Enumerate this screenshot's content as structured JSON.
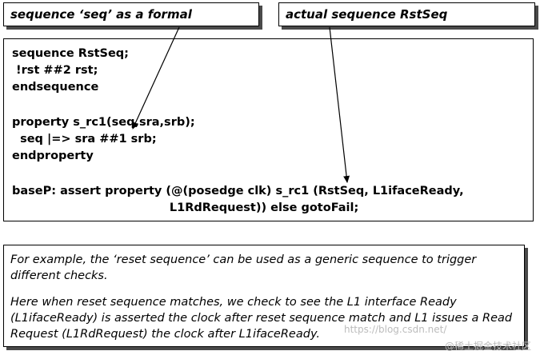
{
  "callouts": {
    "left": "sequence ‘seq’ as a formal",
    "right": "actual sequence RstSeq"
  },
  "code": {
    "lines": [
      "sequence RstSeq;",
      " !rst ##2 rst;",
      "endsequence",
      "property s_rc1(seq,sra,srb);",
      "  seq |=> sra ##1 srb;",
      "endproperty",
      "baseP: assert property (@(posedge clk) s_rc1 (RstSeq, L1ifaceReady,",
      "                                       L1RdRequest)) else gotoFail;"
    ]
  },
  "note": {
    "p1": "For example, the ‘reset sequence’ can be used as a generic sequence to trigger different  checks.",
    "p2": "Here when reset sequence matches, we check to see the L1 interface Ready (L1ifaceReady) is asserted the clock after reset sequence match and L1 issues a Read Request (L1RdRequest) the clock after L1ifaceReady."
  },
  "watermark": {
    "text1": "https://blog.csdn.net/",
    "text2": "@稀土掘金技术社区"
  }
}
